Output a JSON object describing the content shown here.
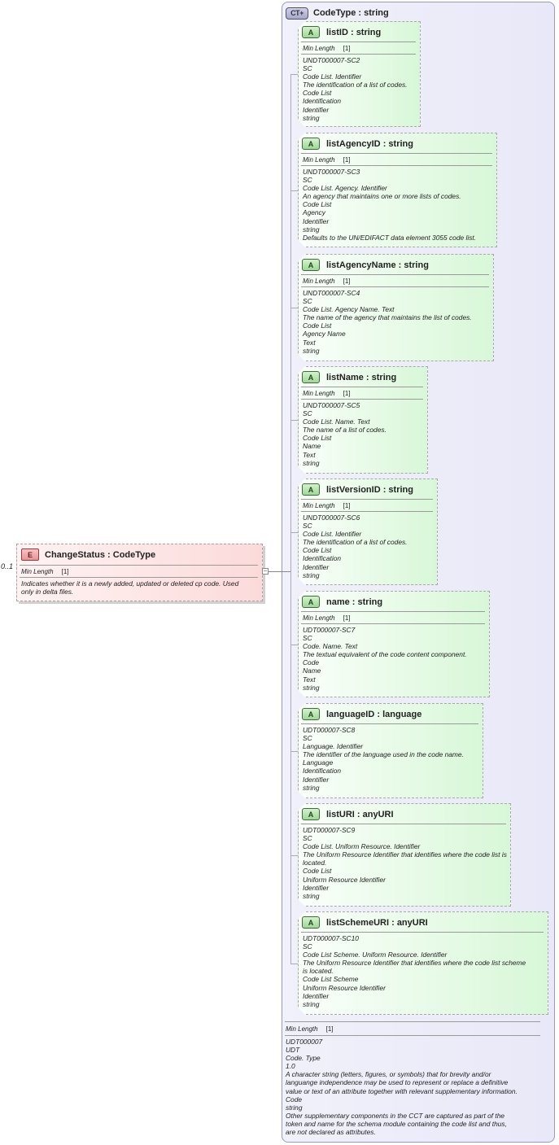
{
  "element": {
    "badge": "E",
    "name": "ChangeStatus",
    "type": "CodeType",
    "occurrence": "0..1",
    "facet_label": "Min Length",
    "facet_value": "[1]",
    "doc_lines": [
      "Indicates whether it is a newly added, updated or deleted cp code. Used",
      "only in delta files."
    ]
  },
  "complex_type": {
    "badge": "CT",
    "title": "CodeType : string",
    "facet_label": "Min Length",
    "facet_value": "[1]",
    "doc_lines": [
      "UDT000007",
      "UDT",
      "Code. Type",
      "1.0",
      "A character string (letters, figures, or symbols) that for brevity and/or",
      "languange independence may be used to represent or replace a definitive",
      "value or text of an attribute together with relevant supplementary information.",
      "Code",
      "string",
      "Other supplementary components in the CCT are captured as part of the",
      "token and name for the schema module containing the code list and thus,",
      "are not declared as attributes."
    ]
  },
  "attributes": [
    {
      "badge": "A",
      "name": "listID",
      "type": "string",
      "facet_label": "Min Length",
      "facet_value": "[1]",
      "doc_lines": [
        "UNDT000007-SC2",
        "SC",
        "Code List. Identifier",
        "The identification of a list of codes.",
        "Code List",
        "Identification",
        "Identifier",
        "string"
      ]
    },
    {
      "badge": "A",
      "name": "listAgencyID",
      "type": "string",
      "facet_label": "Min Length",
      "facet_value": "[1]",
      "doc_lines": [
        "UNDT000007-SC3",
        "SC",
        "Code List. Agency. Identifier",
        "An agency that maintains one or more lists of codes.",
        "Code List",
        "Agency",
        "Identifier",
        "string",
        "Defaults to the UN/EDIFACT data element 3055 code list."
      ]
    },
    {
      "badge": "A",
      "name": "listAgencyName",
      "type": "string",
      "facet_label": "Min Length",
      "facet_value": "[1]",
      "doc_lines": [
        "UNDT000007-SC4",
        "SC",
        "Code List. Agency Name. Text",
        "The name of the agency that maintains the list of codes.",
        "Code List",
        "Agency Name",
        "Text",
        "string"
      ]
    },
    {
      "badge": "A",
      "name": "listName",
      "type": "string",
      "facet_label": "Min Length",
      "facet_value": "[1]",
      "doc_lines": [
        "UNDT000007-SC5",
        "SC",
        "Code List. Name. Text",
        "The name of a list of codes.",
        "Code List",
        "Name",
        "Text",
        "string"
      ]
    },
    {
      "badge": "A",
      "name": "listVersionID",
      "type": "string",
      "facet_label": "Min Length",
      "facet_value": "[1]",
      "doc_lines": [
        "UNDT000007-SC6",
        "SC",
        "Code List. Identifier",
        "The identification of a list of codes.",
        "Code List",
        "Identification",
        "Identifier",
        "string"
      ]
    },
    {
      "badge": "A",
      "name": "name",
      "type": "string",
      "facet_label": "Min Length",
      "facet_value": "[1]",
      "doc_lines": [
        "UDT000007-SC7",
        "SC",
        "Code. Name. Text",
        "The textual equivalent of the code content component.",
        "Code",
        "Name",
        "Text",
        "string"
      ]
    },
    {
      "badge": "A",
      "name": "languageID",
      "type": "language",
      "facet_label": "",
      "facet_value": "",
      "doc_lines": [
        "UDT000007-SC8",
        "SC",
        "Language. Identifier",
        "The identifier of the language used in the code name.",
        "Language",
        "Identification",
        "Identifier",
        "string"
      ]
    },
    {
      "badge": "A",
      "name": "listURI",
      "type": "anyURI",
      "facet_label": "",
      "facet_value": "",
      "doc_lines": [
        "UDT000007-SC9",
        "SC",
        "Code List. Uniform Resource. Identifier",
        "The Uniform Resource Identifier that identifies where the code list is",
        "located.",
        "Code List",
        "Uniform Resource Identifier",
        "Identifier",
        "string"
      ]
    },
    {
      "badge": "A",
      "name": "listSchemeURI",
      "type": "anyURI",
      "facet_label": "",
      "facet_value": "",
      "doc_lines": [
        "UDT000007-SC10",
        "SC",
        "Code List Scheme. Uniform Resource. Identifier",
        "The Uniform Resource Identifier that identifies where the code list scheme",
        "is located.",
        "Code List Scheme",
        "Uniform Resource Identifier",
        "Identifier",
        "string"
      ]
    }
  ]
}
